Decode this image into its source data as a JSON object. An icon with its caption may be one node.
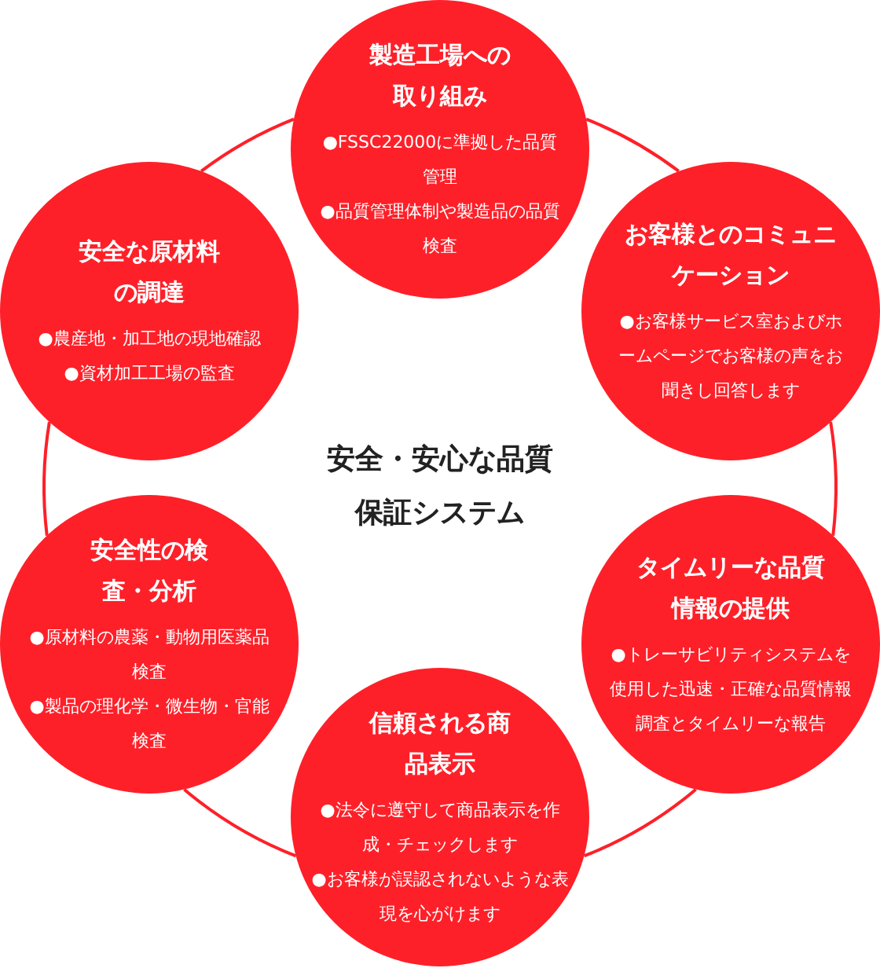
{
  "diagram": {
    "title": "安全・安心な品質保証システム",
    "nodes": [
      {
        "text": [
          "製造工場への取り組み",
          "●FSSC22000に準拠した品質管理",
          "●品質管理体制や製造品の品質検査"
        ]
      },
      {
        "text": [
          "安全な原材料の調達",
          "●農産地・加工地の現地確認",
          "●資材加工工場の監査"
        ]
      },
      {
        "text": [
          "お客様とのコミュニケーション",
          "●お客様サービス室およびホームページでお客様の声をお聞きし回答します"
        ]
      },
      {
        "text": [
          "安全性の検査・分析",
          "●原材料の農薬・動物用医薬品検査",
          "●製品の理化学・微生物・官能検査"
        ]
      },
      {
        "text": [
          "タイムリーな品質情報の提供",
          "●トレーサビリティシステムを使用した迅速・正確な品質情報調査とタイムリーな報告"
        ]
      },
      {
        "text": [
          "信頼される商品表示",
          "●法令に遵守して商品表示を作成・チェックします",
          "●お客様が誤認されないような表現を心がけます"
        ]
      }
    ],
    "edges": [
      {
        "from": 0,
        "to": 2,
        "arrow": "none"
      },
      {
        "from": 2,
        "to": 4,
        "arrow": "none"
      },
      {
        "from": 4,
        "to": 5,
        "arrow": "none"
      },
      {
        "from": 5,
        "to": 3,
        "arrow": "none"
      },
      {
        "from": 3,
        "to": 1,
        "arrow": "none"
      },
      {
        "from": 1,
        "to": 0,
        "arrow": "none"
      }
    ]
  }
}
